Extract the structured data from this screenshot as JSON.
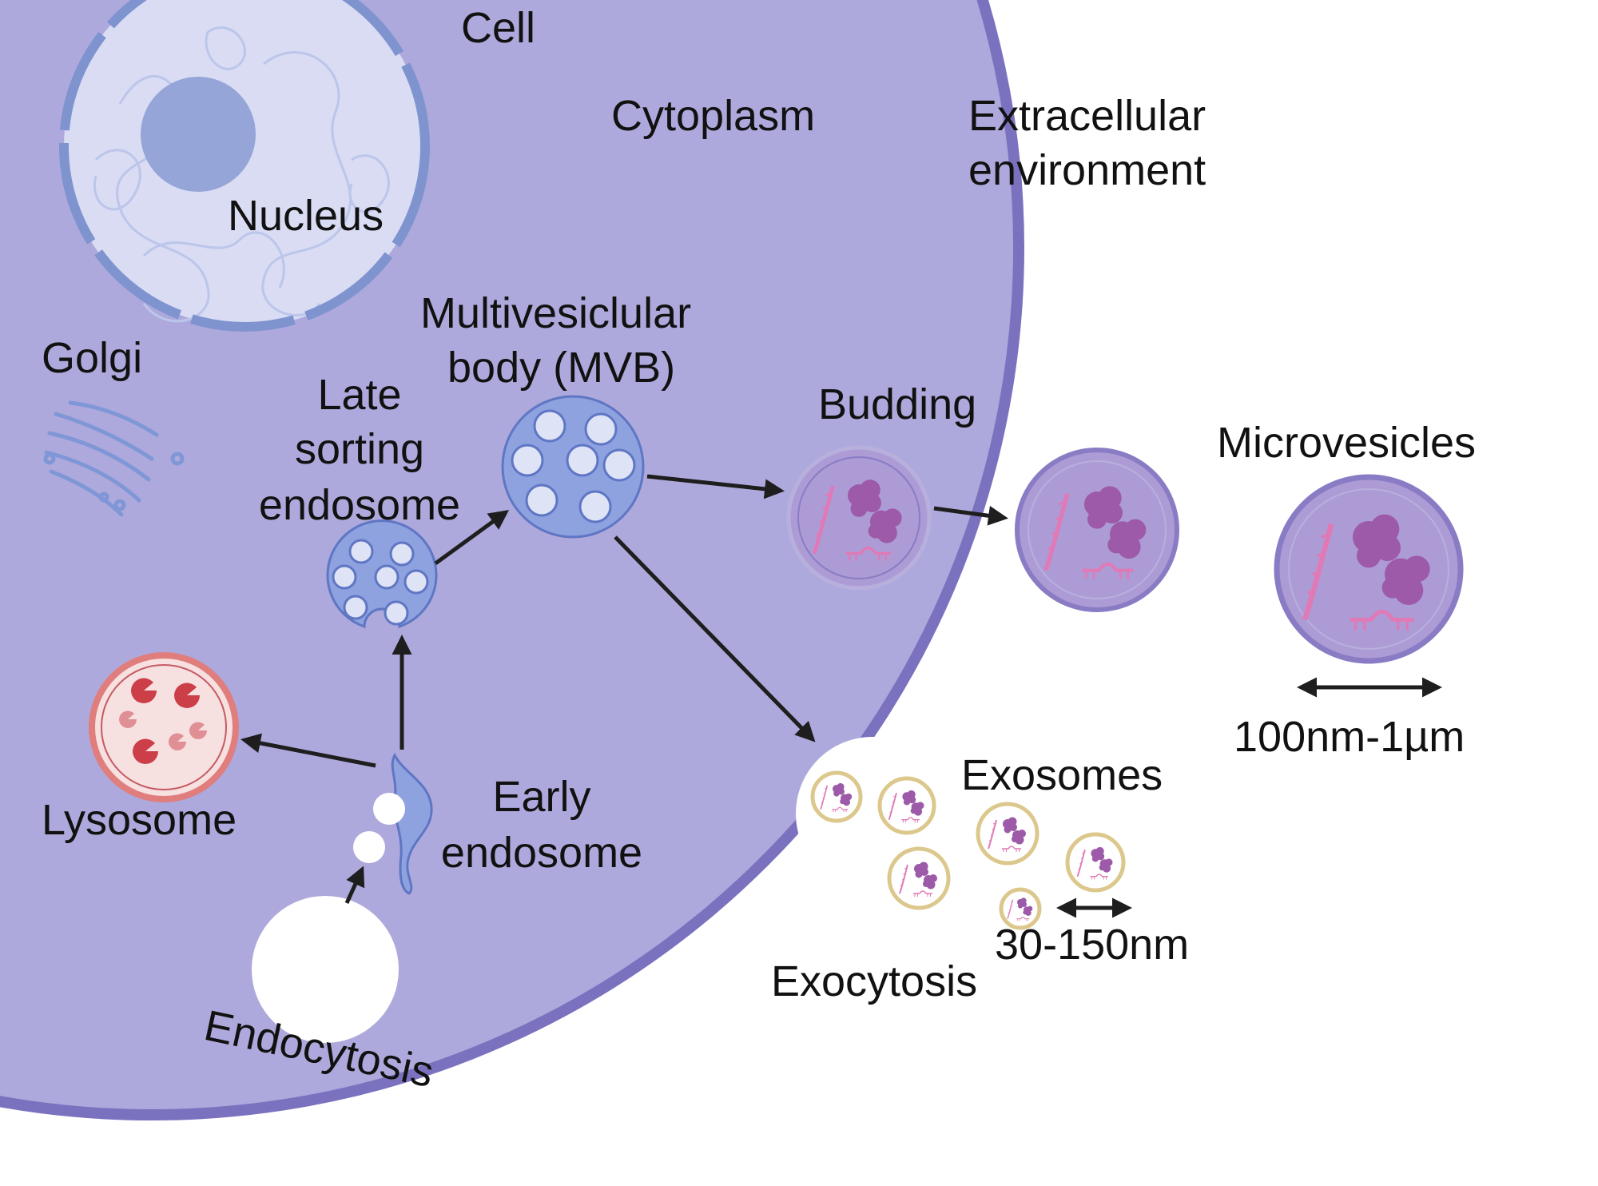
{
  "labels": {
    "cell": "Cell",
    "cytoplasm": "Cytoplasm",
    "extracellular_line1": "Extracellular",
    "extracellular_line2": "environment",
    "nucleus": "Nucleus",
    "golgi": "Golgi",
    "mvb_line1": "Multivesiclular",
    "mvb_line2": "body (MVB)",
    "late_line1": "Late",
    "late_line2": "sorting",
    "late_line3": "endosome",
    "budding": "Budding",
    "microvesicles": "Microvesicles",
    "microvesicle_size": "100nm-1µm",
    "lysosome": "Lysosome",
    "early_line1": "Early",
    "early_line2": "endosome",
    "exosomes": "Exosomes",
    "exosome_size": "30-150nm",
    "exocytosis": "Exocytosis",
    "endocytosis": "Endocytosis"
  },
  "colors": {
    "cytoplasm": "#aea9dc",
    "cell_membrane": "#7b72bf",
    "nucleus_fill": "#d9dcf3",
    "nucleus_envelope": "#7f93cf",
    "nucleolus": "#95a5d8",
    "organelle_blue": "#7f97d6",
    "lysosome_ring": "#e07d7d",
    "lysosome_fill": "#f6e0e0",
    "lysosome_enzyme": "#cc3e48",
    "vesicle_fill": "#ad9bd6",
    "vesicle_ring": "#8a7cc4",
    "cargo_protein": "#9c5aa8",
    "cargo_rna": "#e07ab6",
    "exosome_ring": "#dcc88d",
    "arrow": "#1e1e1e"
  }
}
